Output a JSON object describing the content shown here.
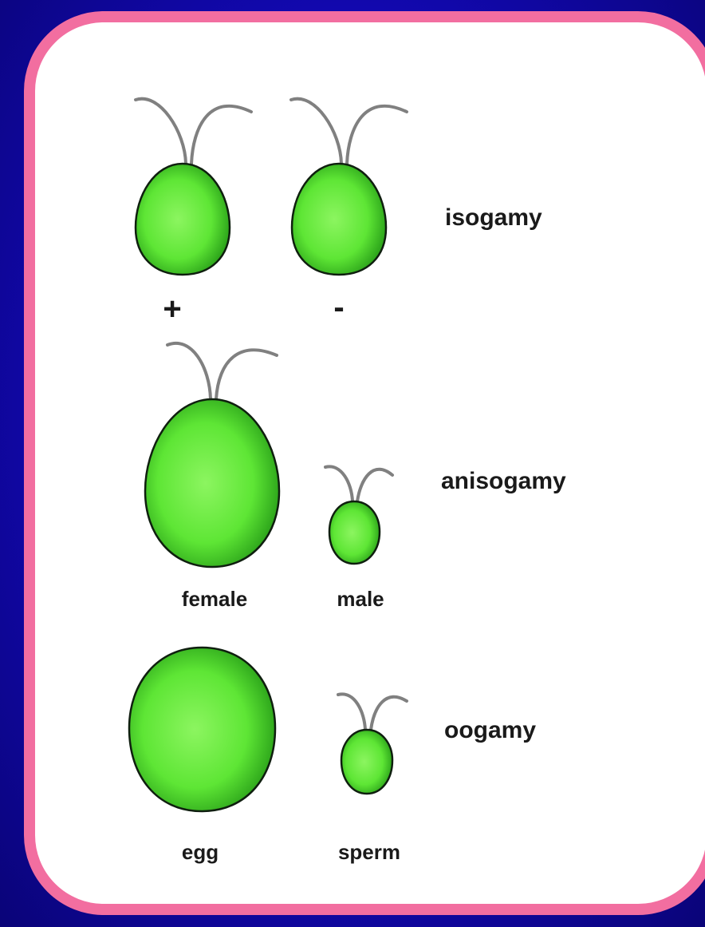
{
  "colors": {
    "background": "#1208b0",
    "frame_border": "#f26ea0",
    "panel": "#ffffff",
    "cell_fill": "#5ee635",
    "cell_outline": "#0f1f0f",
    "flagella": "#808080"
  },
  "rows": [
    {
      "term": "isogamy",
      "labels": [
        "+",
        "-"
      ]
    },
    {
      "term": "anisogamy",
      "labels": [
        "female",
        "male"
      ]
    },
    {
      "term": "oogamy",
      "labels": [
        "egg",
        "sperm"
      ]
    }
  ]
}
